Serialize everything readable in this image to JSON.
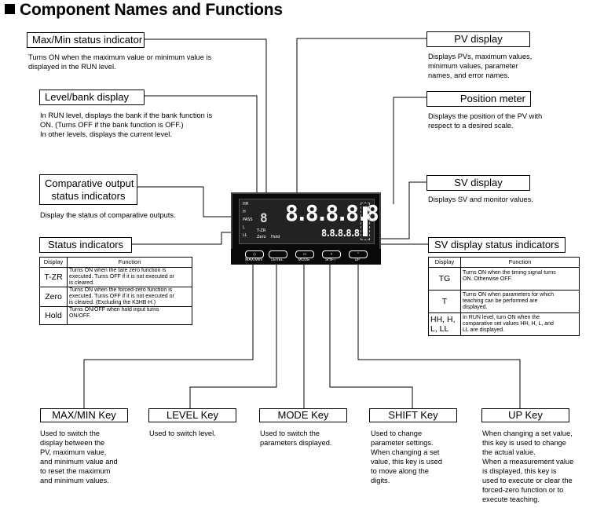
{
  "title": "Component Names and Functions",
  "callouts": {
    "maxmin": {
      "label": "Max/Min status indicator",
      "desc": [
        "Turns ON when the maximum value or minimum value is",
        "displayed in the RUN level."
      ]
    },
    "level_bank": {
      "label": "Level/bank display",
      "desc": [
        "In RUN level, displays the bank if the bank function is",
        "ON. (Turns OFF if the bank function is OFF.)",
        "In other levels, displays the current level."
      ]
    },
    "comparative": {
      "label_1": "Comparative output",
      "label_2": "status indicators",
      "desc": [
        "Display the status of comparative outputs."
      ]
    },
    "status_indicators": {
      "label": "Status indicators"
    },
    "pv_display": {
      "label": "PV display",
      "desc": [
        "Displays PVs, maximum values,",
        "minimum values, parameter",
        "names, and error names."
      ]
    },
    "position_meter": {
      "label": "Position meter",
      "desc": [
        "Displays the position of the PV with",
        "respect to a desired scale."
      ]
    },
    "sv_display": {
      "label": "SV display",
      "desc": [
        "Displays SV and monitor values."
      ]
    },
    "sv_status": {
      "label": "SV display status indicators"
    }
  },
  "status_table": {
    "headers": [
      "Display",
      "Function"
    ],
    "rows": [
      {
        "display": "T-ZR",
        "function": [
          "Turns ON when the tare zero function is",
          "executed. Turns OFF if it is not executed or",
          "is cleared."
        ]
      },
      {
        "display": "Zero",
        "function": [
          "Turns ON when the forced-zero function is",
          "executed. Turns OFF if it is not executed or",
          "is cleared. (Excluding the K3HB-H.)"
        ]
      },
      {
        "display": "Hold",
        "function": [
          "Turns ON/OFF when hold input turns",
          "ON/OFF."
        ]
      }
    ]
  },
  "sv_status_table": {
    "headers": [
      "Display",
      "Function"
    ],
    "rows": [
      {
        "display": "TG",
        "function": [
          "Turns ON when the timing signal turns",
          "ON. Otherwise OFF."
        ]
      },
      {
        "display": "T",
        "function": [
          "Turns ON when parameters for which",
          "teaching can be performed are",
          "displayed."
        ]
      },
      {
        "display_1": "HH, H,",
        "display_2": "L, LL",
        "function": [
          "In RUN level, turn ON when the",
          "comparative set values HH, H, L, and",
          "LL are displayed."
        ]
      }
    ]
  },
  "device": {
    "pv_digits": "8.8.8.8.8",
    "sv_digits": "8.8.8.8.8",
    "indicator_labels": [
      "HH",
      "H",
      "PASS",
      "L",
      "LL"
    ],
    "status_labels": [
      "T-ZR",
      "Zero",
      "Hold"
    ],
    "key_labels": [
      "MAX/MIN",
      "LEVEL",
      "MODE",
      "SHIFT",
      "UP"
    ]
  },
  "keys": {
    "maxmin": {
      "label": "MAX/MIN Key",
      "desc": [
        "Used to switch the",
        "display between the",
        "PV, maximum value,",
        "and minimum value and",
        "to reset the maximum",
        "and minimum values."
      ]
    },
    "level": {
      "label": "LEVEL Key",
      "desc": [
        "Used to switch level."
      ]
    },
    "mode": {
      "label": "MODE Key",
      "desc": [
        "Used to switch the",
        "parameters displayed."
      ]
    },
    "shift": {
      "label": "SHIFT Key",
      "desc": [
        "Used to change",
        "parameter settings.",
        "When changing a set",
        "value, this key is used",
        "to move along the",
        "digits."
      ]
    },
    "up": {
      "label": "UP Key",
      "desc": [
        "When changing a set value,",
        "this key is used to change",
        "the actual value.",
        "When a measurement value",
        "is displayed, this key is",
        "used to execute or clear the",
        "forced-zero function or to",
        "execute teaching."
      ]
    }
  }
}
